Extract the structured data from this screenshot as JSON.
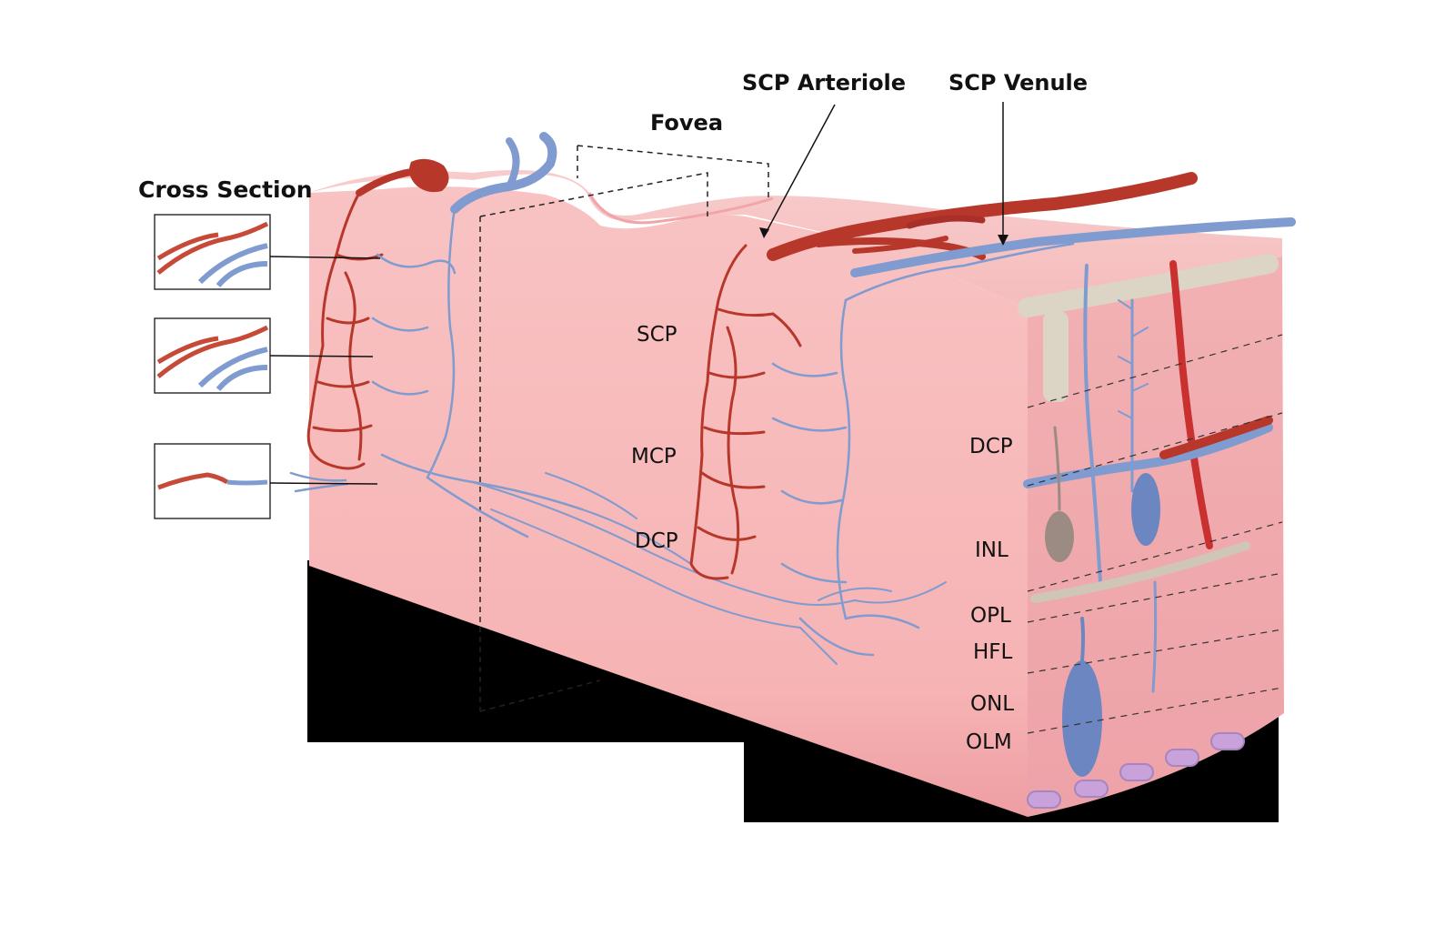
{
  "labels": {
    "cross_section": "Cross Section",
    "fovea": "Fovea",
    "scp_arteriole": "SCP Arteriole",
    "scp_venule": "SCP Venule"
  },
  "left_face_layers": {
    "scp": "SCP",
    "mcp": "MCP",
    "dcp": "DCP"
  },
  "right_face_layers": {
    "dcp": "DCP",
    "inl": "INL",
    "opl": "OPL",
    "hfl": "HFL",
    "onl": "ONL",
    "olm": "OLM"
  },
  "colors": {
    "tissue": "#f7b9b9",
    "tissue_top": "#f9c9c9",
    "artery": "#b8372b",
    "vein": "#7f9bd0",
    "ganglion": "#dcd4c4",
    "photoreceptor": "#6c86c2",
    "rpe_cell": "#c9a2dc",
    "black_panel": "#000000"
  }
}
